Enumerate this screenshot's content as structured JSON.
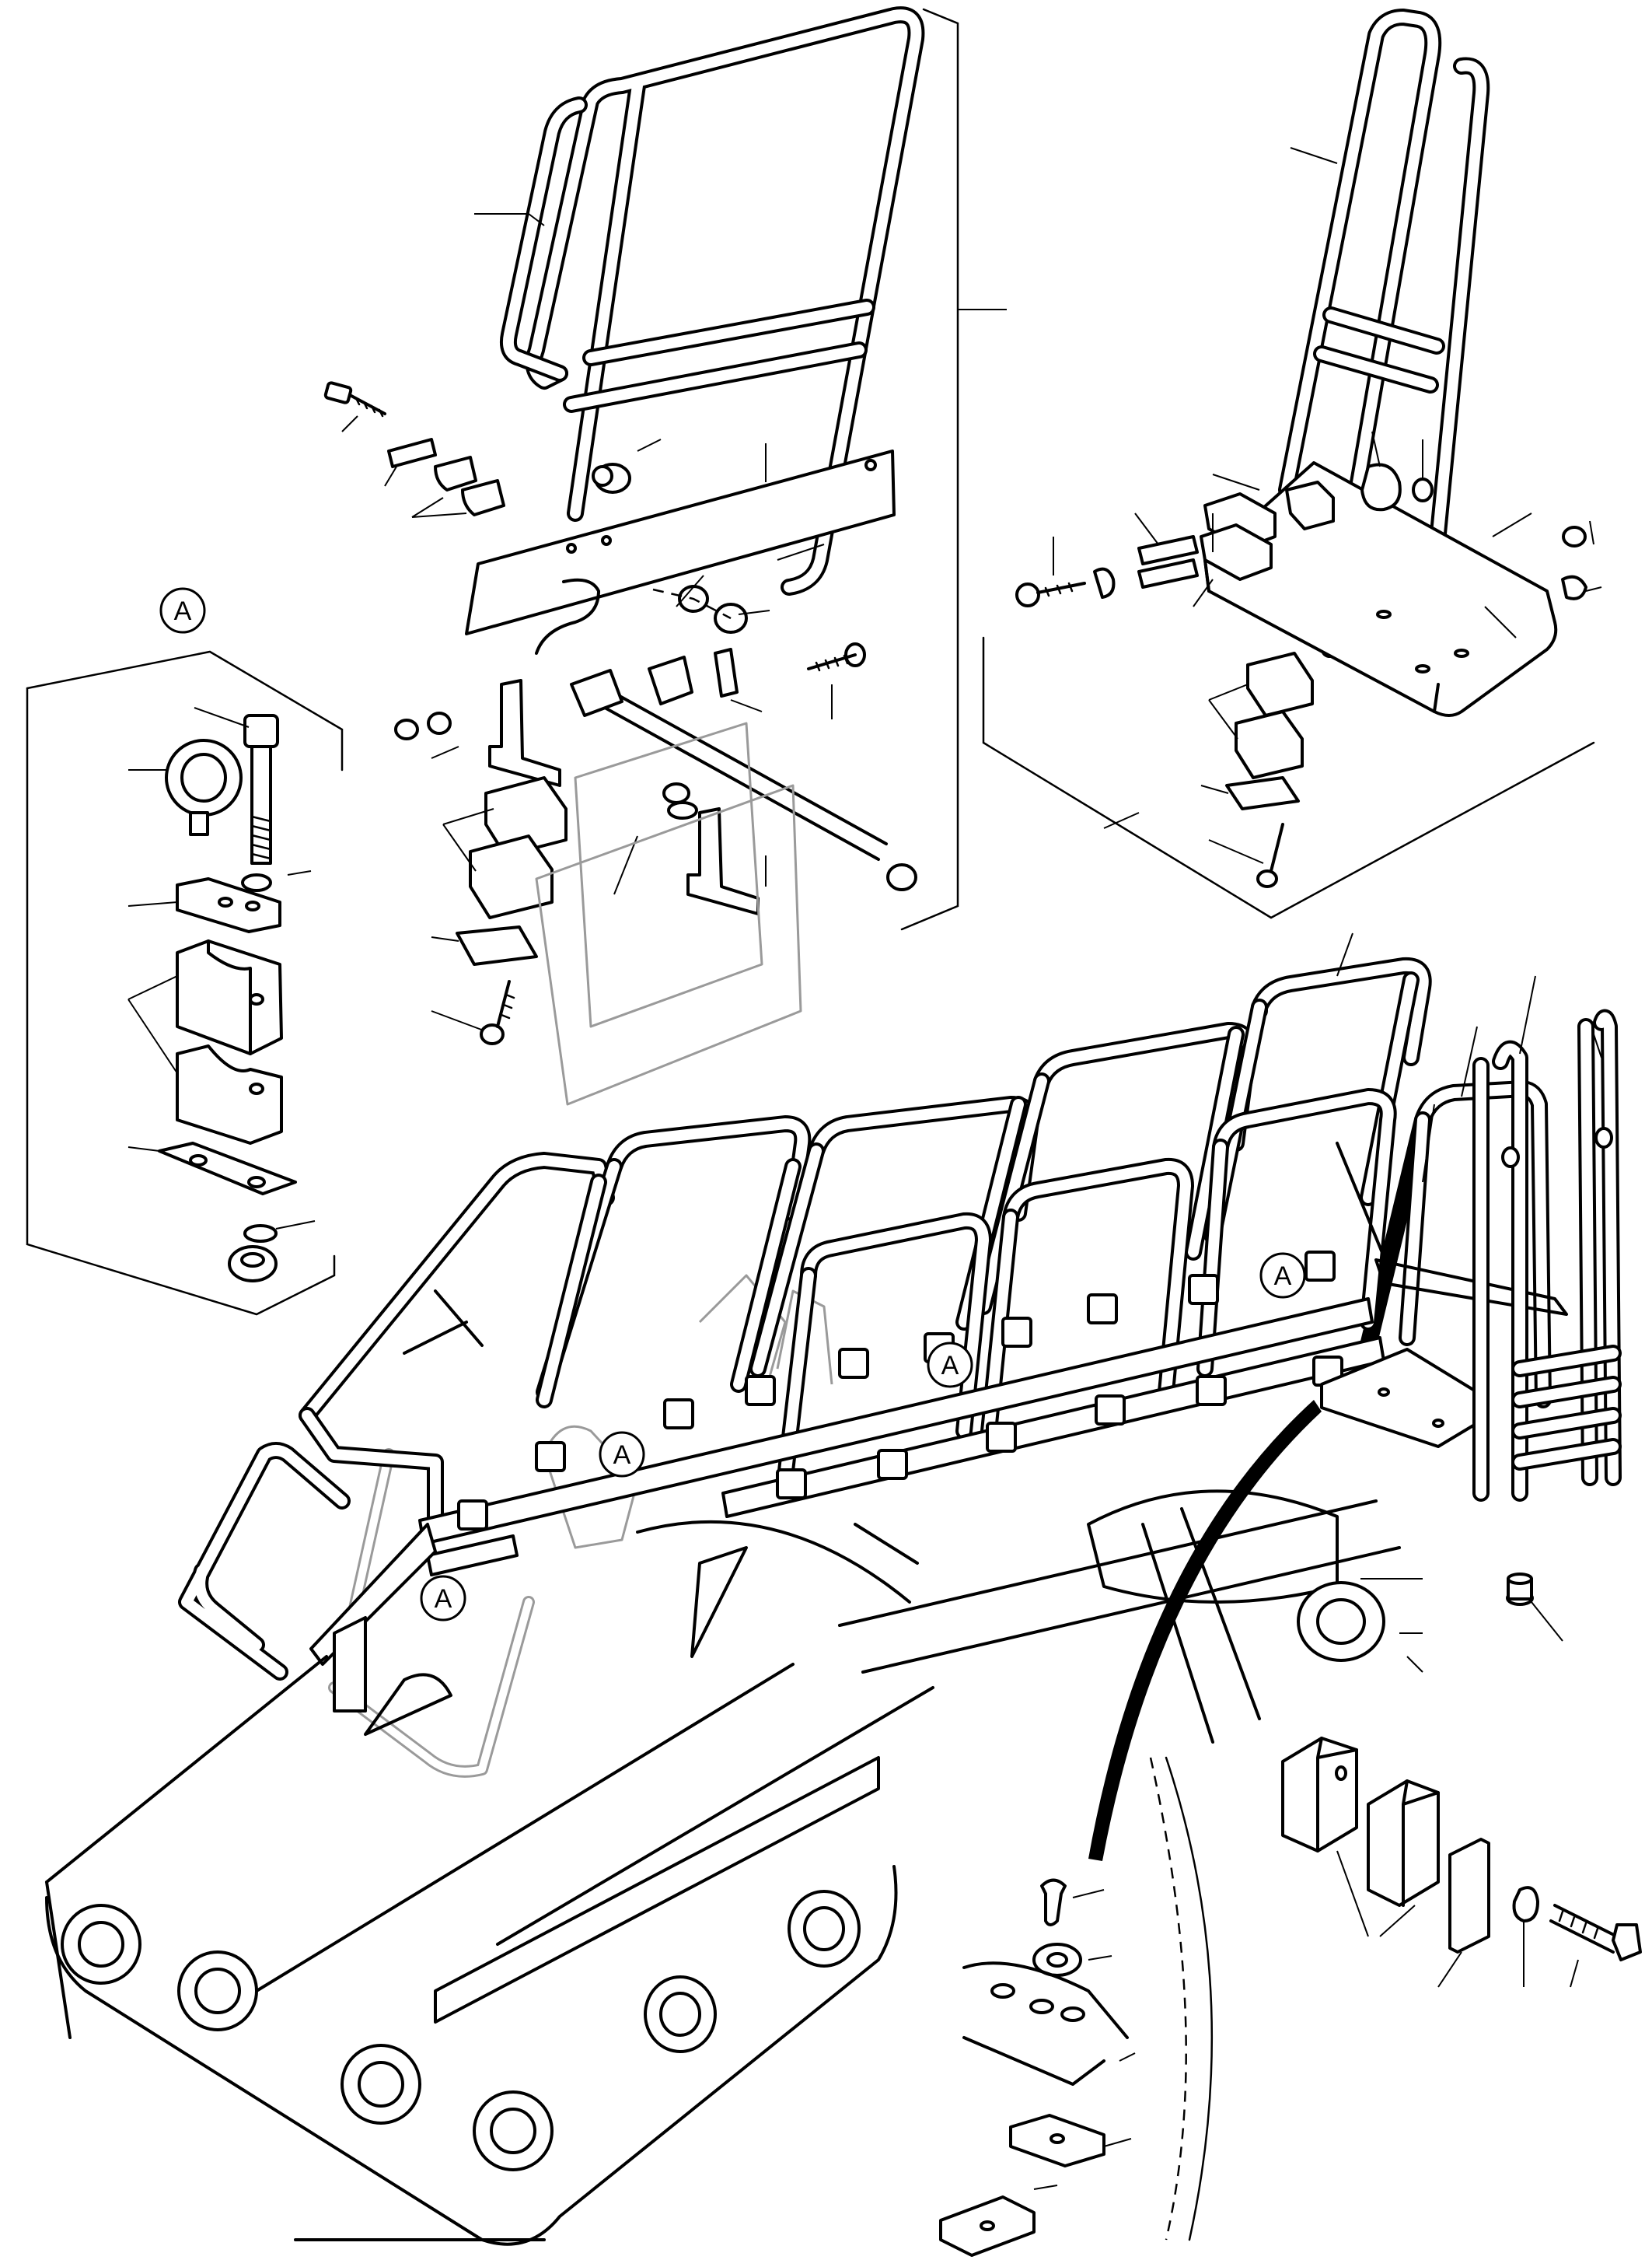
{
  "diagram": {
    "type": "exploded-parts-view",
    "callouts": [
      {
        "id": "detail-label",
        "label": "A"
      },
      {
        "id": "ref-1",
        "label": "A"
      },
      {
        "id": "ref-2",
        "label": "A"
      },
      {
        "id": "ref-3",
        "label": "A"
      },
      {
        "id": "ref-4",
        "label": "A"
      }
    ]
  }
}
